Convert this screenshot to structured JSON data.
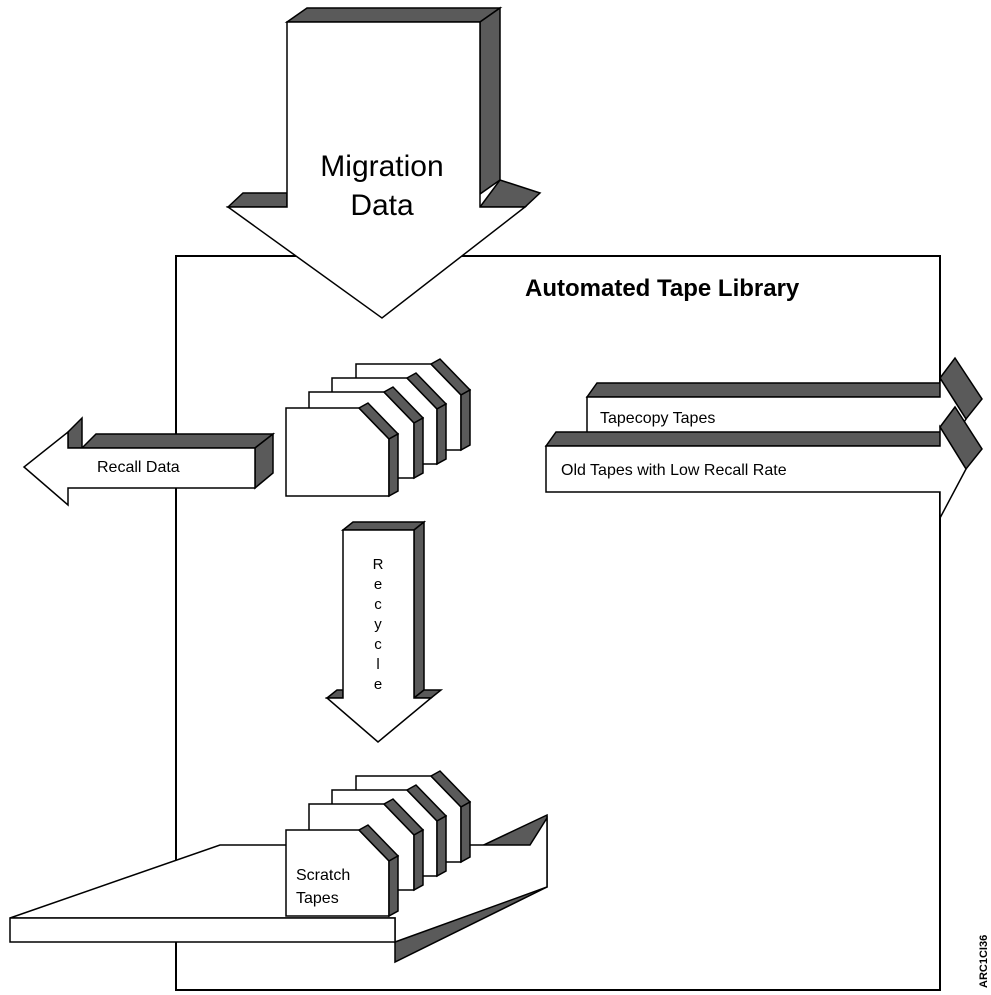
{
  "migration": {
    "line1": "Migration",
    "line2": "Data"
  },
  "library_title": "Automated Tape Library",
  "recall_label": "Recall Data",
  "tapecopy_label": "Tapecopy Tapes",
  "old_tapes_label": "Old Tapes with Low Recall Rate",
  "recycle_letters": [
    "R",
    "e",
    "c",
    "y",
    "c",
    "l",
    "e"
  ],
  "scratch": {
    "line1": "Scratch",
    "line2": "Tapes"
  },
  "figure_id": "ARC1CI36",
  "colors": {
    "shade": "#5a5a5a",
    "line": "#000000",
    "fill": "#ffffff"
  }
}
